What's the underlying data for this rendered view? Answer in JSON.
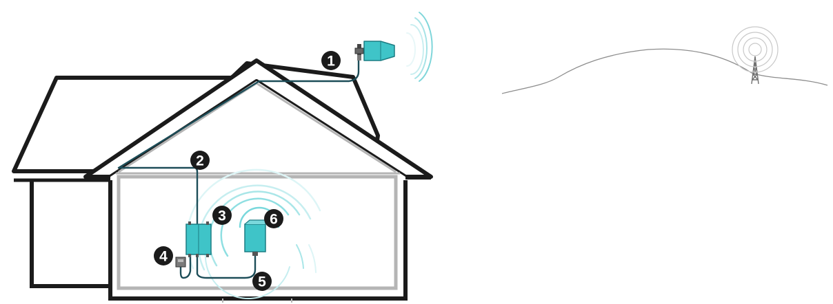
{
  "callouts": [
    {
      "id": "outside-antenna-callout",
      "label": "1"
    },
    {
      "id": "roof-cable-callout",
      "label": "2"
    },
    {
      "id": "amplifier-callout",
      "label": "3"
    },
    {
      "id": "power-supply-callout",
      "label": "4"
    },
    {
      "id": "inside-cable-callout",
      "label": "5"
    },
    {
      "id": "inside-antenna-callout",
      "label": "6"
    }
  ],
  "colors": {
    "outline": "#1b1b1b",
    "inner_wall": "#b5b5b5",
    "teal": "#3fc4c8",
    "cable": "#1c4d58",
    "signal": "#79d8dc",
    "terrain": "#8d8d8d"
  }
}
